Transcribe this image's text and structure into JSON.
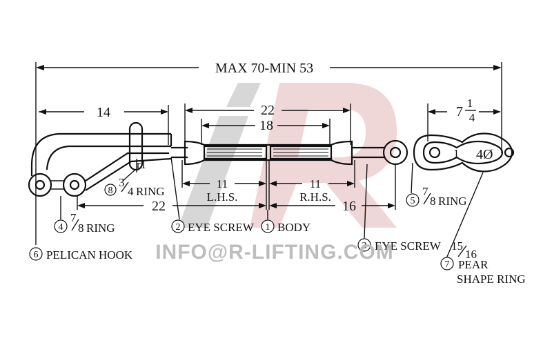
{
  "dimensions": {
    "overall": "MAX 70-MIN 53",
    "hook_length": "14",
    "body_length": "22",
    "body_inner": "18",
    "pear_width_whole": "7",
    "pear_width_num": "1",
    "pear_width_den": "4",
    "lhs_len": "11",
    "lhs_label": "L.H.S.",
    "rhs_len": "11",
    "rhs_label": "R.H.S.",
    "left_span": "22",
    "right_span": "16",
    "ring_radius": "r1",
    "pear_one": "1",
    "pear_hole": "4Ø"
  },
  "parts": [
    {
      "num": "1",
      "label": "BODY"
    },
    {
      "num": "2",
      "label": "EYE SCREW"
    },
    {
      "num": "3",
      "label": "EYE SCREW"
    },
    {
      "num": "4",
      "frac_num": "7",
      "frac_den": "8",
      "label": "RING"
    },
    {
      "num": "5",
      "frac_num": "7",
      "frac_den": "8",
      "label": "RING"
    },
    {
      "num": "6",
      "label": "PELICAN HOOK"
    },
    {
      "num": "7",
      "frac_num": "15",
      "frac_den": "16",
      "label": "PEAR",
      "label2": "SHAPE RING"
    },
    {
      "num": "8",
      "frac_num": "3",
      "frac_den": "4",
      "label": "RING"
    }
  ],
  "watermark": {
    "email": "INFO@R-LIFTING.COM",
    "colors": {
      "logo_grey": "#b8b8b8",
      "logo_red": "#e3b7b7"
    }
  }
}
